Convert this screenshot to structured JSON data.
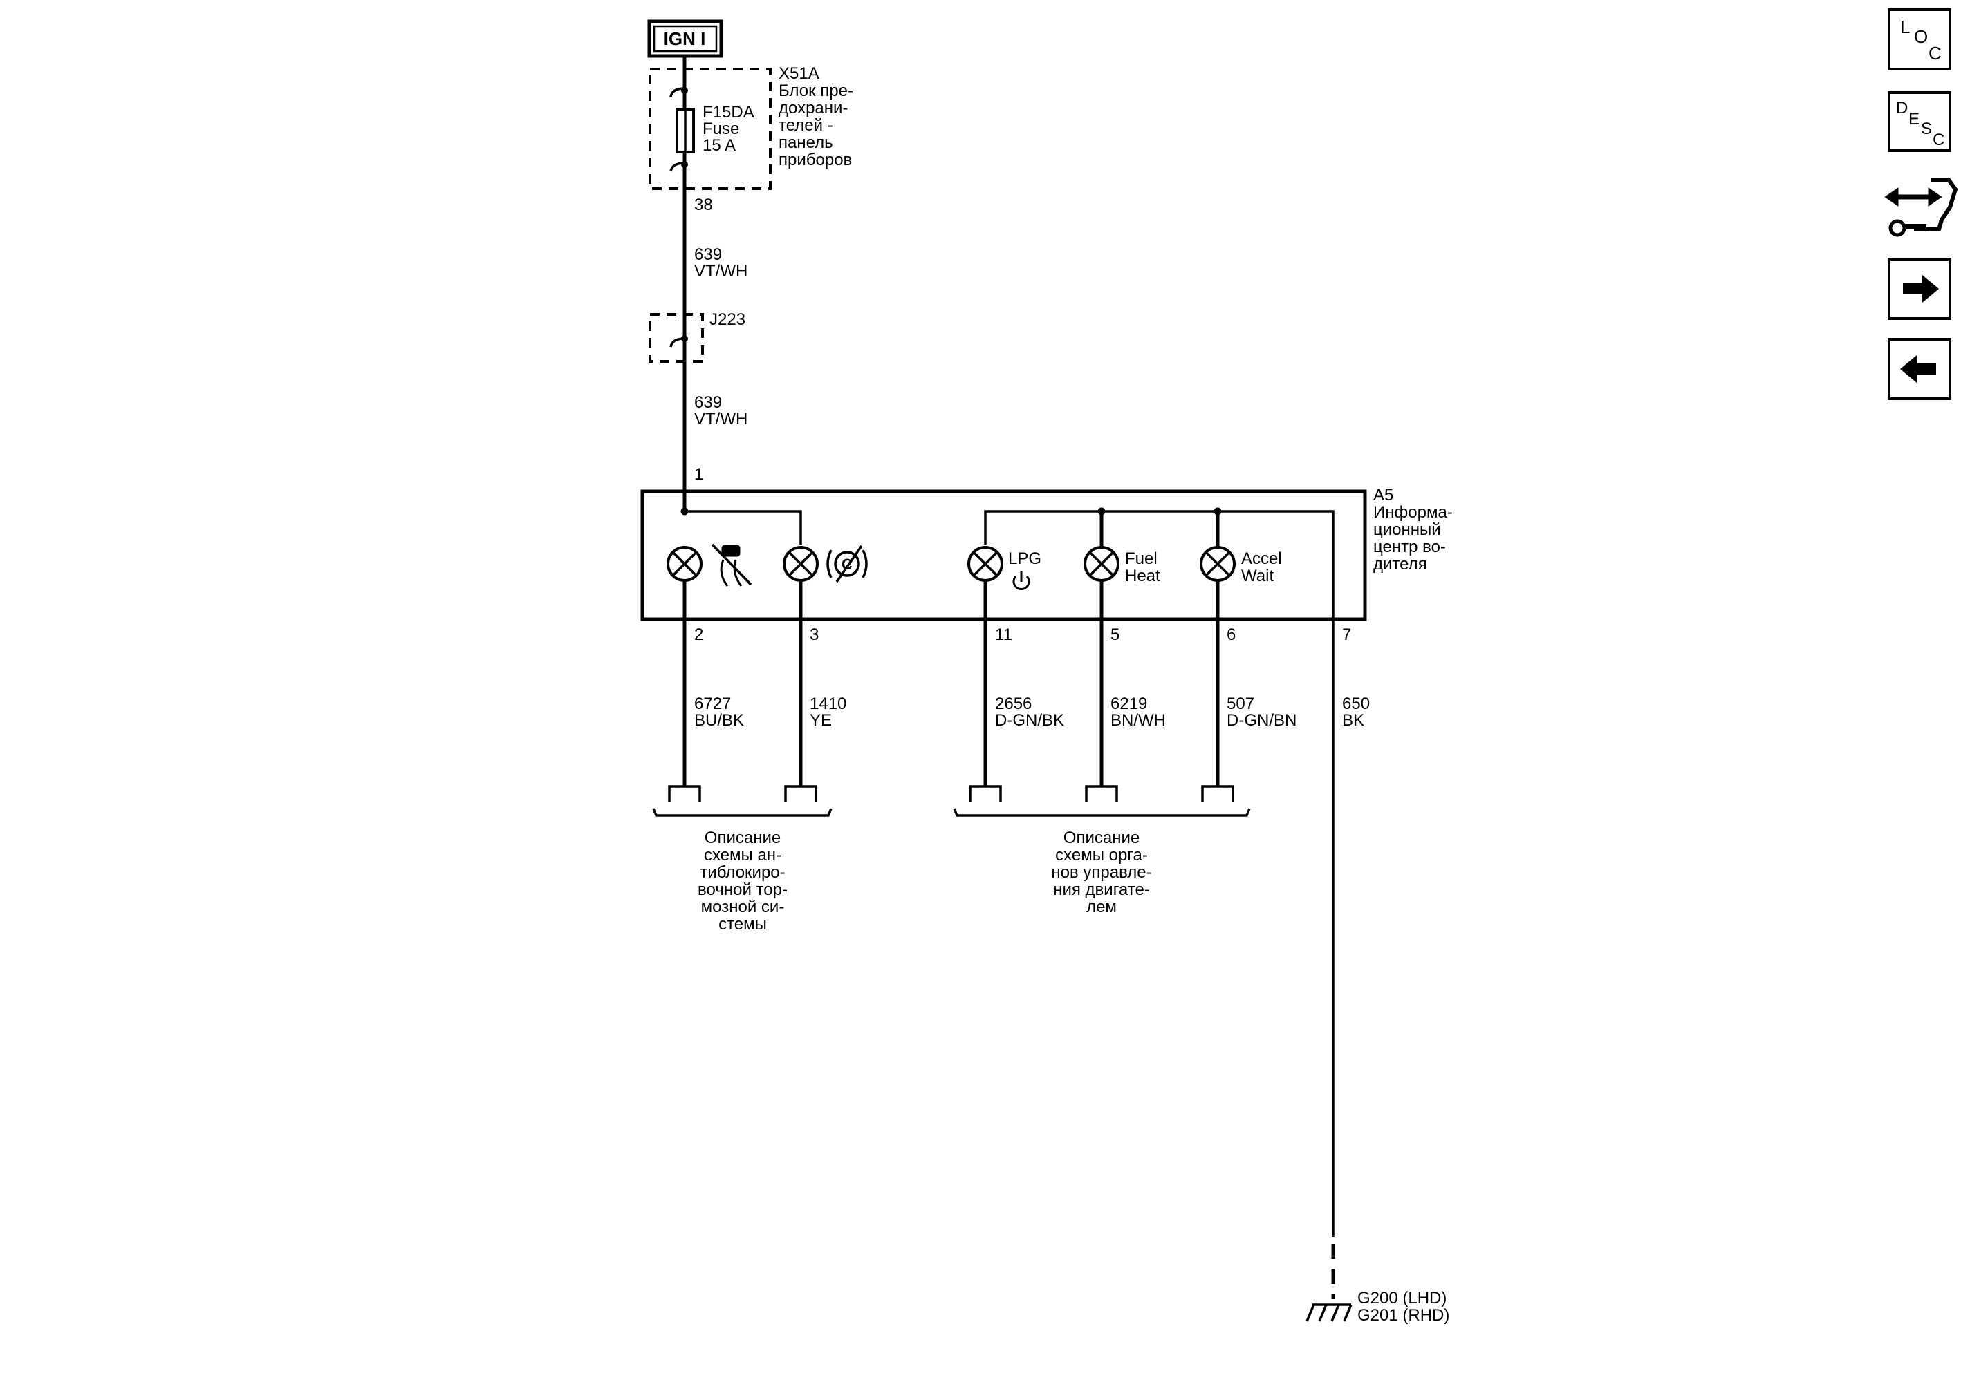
{
  "power": {
    "label": "IGN I"
  },
  "fuse_block": {
    "id": "X51A",
    "desc_lines": [
      "Блок пре-",
      "дохрани-",
      "телей -",
      "панель",
      "приборов"
    ],
    "fuse_lines": [
      "F15DA",
      "Fuse",
      "15 A"
    ],
    "pin": "38"
  },
  "wire_upper": {
    "num": "639",
    "color": "VT/WH"
  },
  "splice": {
    "id": "J223"
  },
  "wire_lower": {
    "num": "639",
    "color": "VT/WH"
  },
  "module": {
    "id": "A5",
    "desc_lines": [
      "Информа-",
      "ционный",
      "центр во-",
      "дителя"
    ],
    "input_pin": "1",
    "lamps": {
      "lpg": "LPG",
      "fuel": [
        "Fuel",
        "Heat"
      ],
      "accel": [
        "Accel",
        "Wait"
      ]
    }
  },
  "outputs": [
    {
      "pin": "2",
      "wire": "6727",
      "color": "BU/BK"
    },
    {
      "pin": "3",
      "wire": "1410",
      "color": "YE"
    },
    {
      "pin": "11",
      "wire": "2656",
      "color": "D-GN/BK"
    },
    {
      "pin": "5",
      "wire": "6219",
      "color": "BN/WH"
    },
    {
      "pin": "6",
      "wire": "507",
      "color": "D-GN/BN"
    },
    {
      "pin": "7",
      "wire": "650",
      "color": "BK"
    }
  ],
  "ref_abs": [
    "Описание",
    "схемы ан-",
    "тиблокиро-",
    "вочной тор-",
    "мозной си-",
    "стемы"
  ],
  "ref_engine": [
    "Описание",
    "схемы орга-",
    "нов управле-",
    "ния двигате-",
    "лем"
  ],
  "ground": [
    "G200 (LHD)",
    "G201 (RHD)"
  ],
  "nav": {
    "loc": [
      "L",
      "O",
      "C"
    ],
    "desc": [
      "D",
      "E",
      "S",
      "C"
    ]
  },
  "icons": [
    "traction-control-off-icon",
    "parking-brake-icon",
    "power-icon",
    "location-icon",
    "description-icon",
    "connector-tool-icon",
    "forward-arrow-icon",
    "back-arrow-icon",
    "ground-icon"
  ]
}
